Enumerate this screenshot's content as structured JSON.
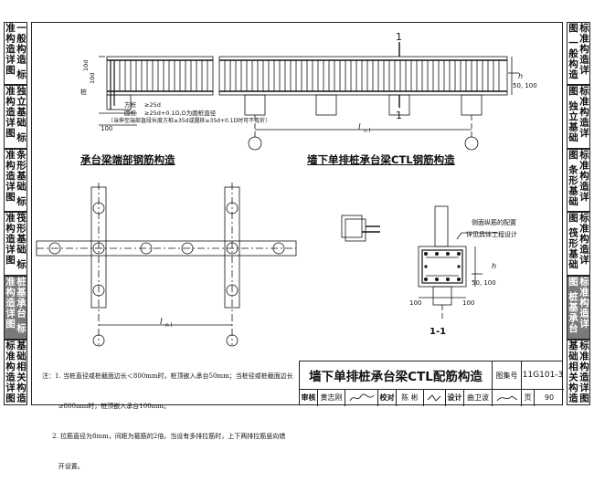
{
  "left_tabs": [
    {
      "label": "一般构造 标准构造详图",
      "active": false
    },
    {
      "label": "独立基础 标准构造详图",
      "active": false
    },
    {
      "label": "条形基础 标准构造详图",
      "active": false
    },
    {
      "label": "筏形基础 标准构造详图",
      "active": false
    },
    {
      "label": "桩基承台 标准构造详图",
      "active": true
    },
    {
      "label": "基础相关构造 标准构造详图",
      "active": false
    }
  ],
  "right_tabs": [
    {
      "label": "标准构造详图 一般构造",
      "active": false
    },
    {
      "label": "标准构造详图 独立基础",
      "active": false
    },
    {
      "label": "标准构造详图 条形基础",
      "active": false
    },
    {
      "label": "标准构造详图 筏形基础",
      "active": false
    },
    {
      "label": "标准构造详图 桩基承台",
      "active": true
    },
    {
      "label": "标准构造详图 基础相关构造",
      "active": false
    }
  ],
  "captions": {
    "end_detail": "承台梁端部钢筋构造",
    "beam_detail": "墙下单排桩承台梁CTL钢筋构造"
  },
  "labels": {
    "section_mark": "1",
    "section_title": "1-1",
    "dim_100": "100",
    "dim_10d": "10d",
    "dim_50_100": "50, 100",
    "h": "h",
    "lnl": "l",
    "lnl_sub": "n l",
    "pile_label": "桩",
    "fanggong": "方桩",
    "yuangong": "圆桩",
    "anchor1": "≥25d",
    "anchor2": "≥25d+0.1D,D为圆桩直径",
    "anchor_note": "（当伸至端部直段长度方桩≥35d或圆桩≥35d+0.1D时可不弯折）",
    "side_note_1": "侧面纵筋的配置",
    "side_note_2": "详见具体工程设计"
  },
  "notes": [
    "注：1. 当桩直径或桩截面边长＜800mm时，桩顶嵌入承台50mm；当桩径或桩截面边长",
    "        ≥800mm时，桩顶嵌入承台100mm。",
    "     2. 拉筋直径为8mm，间距为箍筋的2倍。当设有多排拉筋时，上下两排拉筋竖向错",
    "        开设置。"
  ],
  "title_block": {
    "title": "墙下单排桩承台梁CTL配筋构造",
    "atlas_label": "图集号",
    "atlas_no": "11G101-3",
    "review_label": "审核",
    "reviewer": "黄志刚",
    "check_label": "校对",
    "checker": "陈 彬",
    "design_label": "设计",
    "designer": "曲卫波",
    "page_label": "页",
    "page_no": "90"
  }
}
